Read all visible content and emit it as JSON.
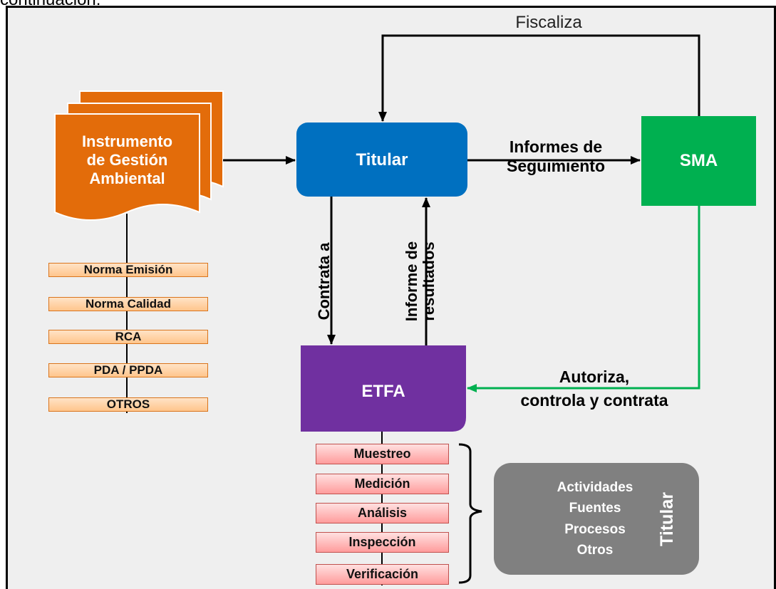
{
  "page": {
    "top_caption": "continuación:"
  },
  "diagram": {
    "instrument_box": {
      "label_lines": [
        "Instrumento",
        "de Gestión",
        "Ambiental"
      ],
      "color": "#e36c0a"
    },
    "titular_box": {
      "label": "Titular",
      "color": "#0070c0"
    },
    "sma_box": {
      "label": "SMA",
      "color": "#00b050"
    },
    "etfa_box": {
      "label": "ETFA",
      "color": "#7030a0"
    },
    "titular_activities_box": {
      "items": [
        "Actividades",
        "Fuentes",
        "Procesos",
        "Otros"
      ],
      "side_label": "Titular",
      "color": "#808080"
    },
    "edges": {
      "fiscaliza": "Fiscaliza",
      "informes_seguimiento_lines": [
        "Informes de",
        "Seguimiento"
      ],
      "contrata_a": "Contrata a",
      "informe_resultados_lines": [
        "Informe de",
        "resultados"
      ],
      "autoriza_lines": [
        "Autoriza,",
        "controla y contrata"
      ]
    },
    "standards": [
      "Norma  Emisión",
      "Norma  Calidad",
      "RCA",
      "PDA / PPDA",
      "OTROS"
    ],
    "etfa_activities": [
      "Muestreo",
      "Medición",
      "Análisis",
      "Inspección",
      "Verificación"
    ]
  }
}
